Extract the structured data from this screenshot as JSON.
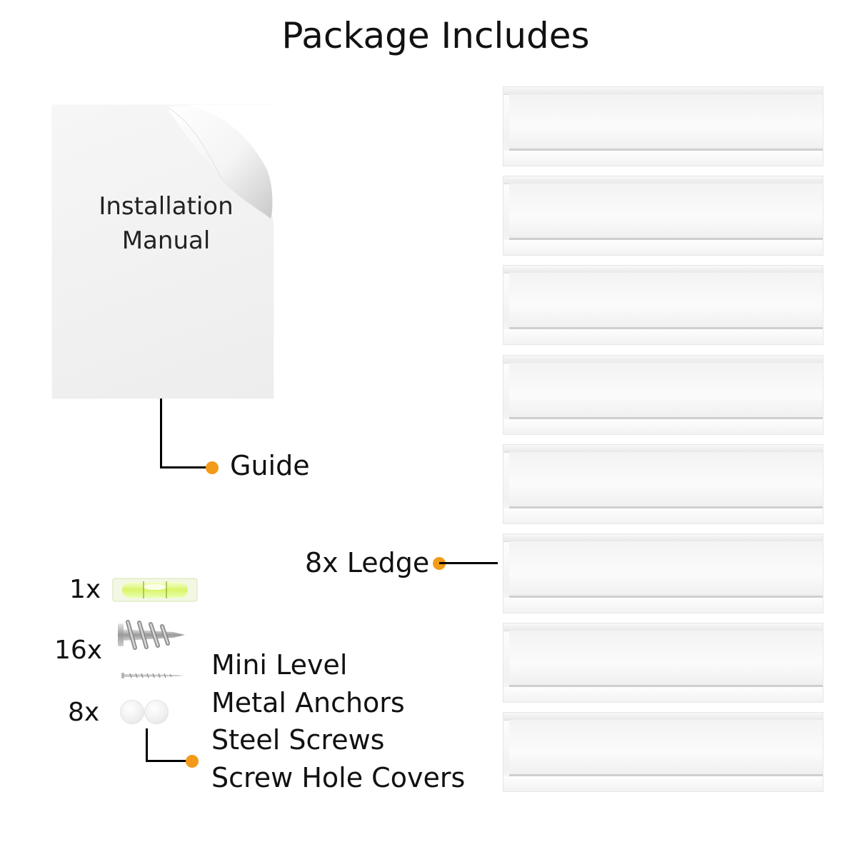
{
  "title": "Package Includes",
  "manual": {
    "line1": "Installation",
    "line2": "Manual"
  },
  "guide": {
    "label": "Guide"
  },
  "ledge": {
    "label": "8x Ledge",
    "count": 8
  },
  "hardware": {
    "qty_level": "1x",
    "qty_anchors_screws": "16x",
    "qty_covers": "8x",
    "items": [
      "Mini Level",
      "Metal Anchors",
      "Steel Screws",
      "Screw Hole Covers"
    ]
  },
  "colors": {
    "accent_dot": "#f39a19",
    "line": "#000000"
  },
  "icons": [
    "manual-page-curl-icon",
    "mini-level-icon",
    "metal-anchor-icon",
    "steel-screw-icon",
    "screw-hole-cover-icon"
  ]
}
